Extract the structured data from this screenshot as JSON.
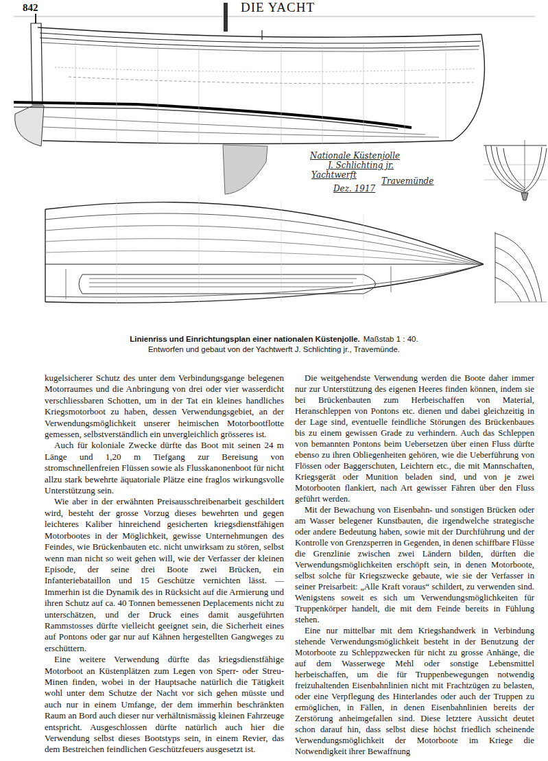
{
  "diagram": {
    "caption": "Linienriss und Einrichtungsplan einer nationalen Küstenjolle.",
    "labels": [
      "842",
      "DIE YACHT",
      "Nationale Küstenjolle",
      "J. Schlichting jr.",
      "Yachtwerft",
      "Travemünde",
      "Dez. 1917",
      "Maßstab 1 : 40.",
      "Entworfen und gebaut von der Yachtwerft J. Schlichting jr., Travemünde.",
      "kugelsicherer Schutz des unter dem Verbindungsgange belegenen Motorraumes und die Anbringung von drei oder vier wasserdicht verschliessbaren Schotten, um in der Tat ein kleines handliches Kriegsmotorboot zu haben, dessen Verwendungsgebiet, an der Verwendungsmöglichkeit unserer heimischen Motorbootflotte gemessen, selbstverständlich ein unvergleichlich grösseres ist.",
      "Auch für koloniale Zwecke dürfte das Boot mit seinen 24 m Länge und 1,20 m Tiefgang zur Bereisung von stromschnellenfreien Flüssen sowie als Flusskanonenboot für nicht allzu stark bewehrte äquatoriale Plätze eine fraglos wirkungsvolle Unterstützung sein.",
      "Wie aber in der erwähnten Preisausschreibenarbeit geschildert wird, besteht der grosse Vorzug dieses bewehrten und gegen leichteres Kaliber hinreichend gesicherten kriegsdienstfähigen Motorbootes in der Möglichkeit, gewisse Unternehmungen des Feindes, wie Brückenbauten etc. nicht unwirksam zu stören, selbst wenn man nicht so weit gehen will, wie der Verfasser der kleinen Episode, der seine drei Boote zwei Brücken, ein Infanteriebataillon und 15 Geschütze vernichten lässt. — Immerhin ist die Dynamik des in Rücksicht auf die Armierung und ihren Schutz auf ca. 40 Tonnen bemessenen Deplacements nicht zu unterschätzen, und der Druck eines damit ausgeführten Rammstosses dürfte vielleicht geeignet sein, die Sicherheit eines auf Pontons oder gar nur auf Kähnen hergestellten Gangweges zu erschüttern.",
      "Eine weitere Verwendung dürfte das kriegsdienstfähige Motorboot an Küstenplätzen zum Legen von Sperr- oder Streu-Minen finden, wobei in der Hauptsache natürlich die Tätigkeit wohl unter dem Schutze der Nacht vor sich gehen müsste und auch nur in einem Umfange, der dem immerhin beschränkten Raum an Bord auch dieser nur verhältnismässig kleinen Fahrzeuge entspricht. Ausgeschlossen dürfte natürlich auch hier die Verwendung selbst dieses Bootstyps sein, in einem Revier, das dem Bestreichen feindlichen Geschützfeuers ausgesetzt ist.",
      "Die weitgehendste Verwendung werden die Boote daher immer nur zur Unterstützung des eigenen Heeres finden können, indem sie bei Brückenbauten zum Herbeischaffen von Material, Heranschleppen von Pontons etc. dienen und dabei gleichzeitig in der Lage sind, eventuelle feindliche Störungen des Brückenbaues bis zu einem gewissen Grade zu verhindern. Auch das Schleppen von bemannten Pontons beim Uebersetzen über einen Fluss dürfte ebenso zu ihren Obliegenheiten gehören, wie die Ueberführung von Flössen oder Baggerschuten, Leichtern etc., die mit Mannschaften, Kriegsgerät oder Munition beladen sind, und von je zwei Motorbooten flankiert, nach Art gewisser Fähren über den Fluss geführt werden.",
      "Mit der Bewachung von Eisenbahn- und sonstigen Brücken oder am Wasser belegener Kunstbauten, die irgendwelche strategische oder andere Bedeutung haben, sowie mit der Durchführung und der Kontrolle von Grenzsperren in Gegenden, in denen schiffbare Flüsse die Grenzlinie zwischen zwei Ländern bilden, dürften die Verwendungsmöglichkeiten erschöpft sein, in denen Motorboote, selbst solche für Kriegszwecke gebaute, wie sie der Verfasser in seiner Preisarbeit: „Alle Kraft voraus“ schildert, zu verwenden sind. Wenigstens soweit es sich um Verwendungsmöglichkeiten für Truppenkörper handelt, die mit dem Feinde bereits in Fühlung stehen.",
      "Eine nur mittelbar mit dem Kriegshandwerk in Verbindung stehende Verwendungsmöglichkeit besteht in der Benutzung der Motorboote zu Schleppzwecken für nicht zu grosse Anhänge, die auf dem Wasserwege Mehl oder sonstige Lebensmittel herbeischaffen, um die für Truppenbewegungen notwendig freizuhaltenden Eisenbahnlinien nicht mit Frachtzügen zu belasten, oder eine Verpflegung des Hinterlandes oder auch der Truppen zu ermöglichen, in Fällen, in denen Eisenbahnlinien bereits der Zerstörung anheimgefallen sind. Diese letztere Aussicht deutet schon darauf hin, dass selbst diese höchst friedlich scheinende Verwendungsmöglichkeit der Motorboote im Kriege die Notwendigkeit ihrer Bewaffnung"
    ]
  }
}
